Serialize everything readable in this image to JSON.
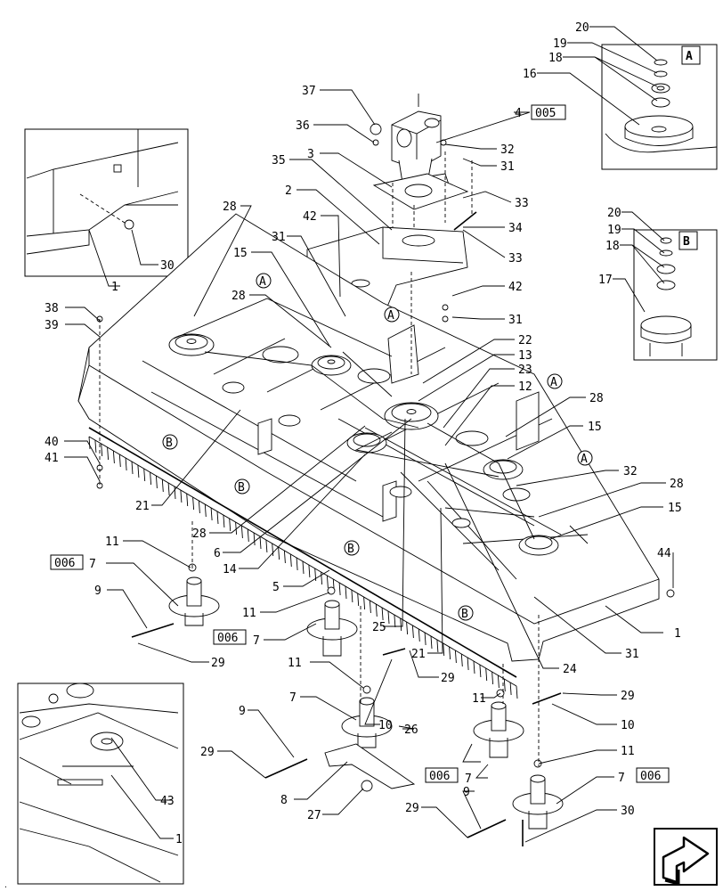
{
  "labels": {
    "n20a": "20",
    "n19a": "19",
    "n18a": "18",
    "n16": "16",
    "boxA": "A",
    "n20b": "20",
    "n19b": "19",
    "n18b": "18",
    "n17": "17",
    "boxB": "B",
    "n37": "37",
    "n36": "36",
    "n4": "4",
    "ref005": "005",
    "n32a": "32",
    "n31a": "31",
    "n3": "3",
    "n33a": "33",
    "n35": "35",
    "n2": "2",
    "n34": "34",
    "n33b": "33",
    "n42a": "42",
    "n31b": "31",
    "n28a": "28",
    "n15a": "15",
    "n28b": "28",
    "n42b": "42",
    "n31c": "31",
    "n38": "38",
    "n39": "39",
    "n22": "22",
    "n13": "13",
    "n23": "23",
    "n12": "12",
    "n28c": "28",
    "n15b": "15",
    "n40": "40",
    "n41": "41",
    "n21a": "21",
    "n32b": "32",
    "n28d": "28",
    "n15c": "15",
    "n28e": "28",
    "n6": "6",
    "n14": "14",
    "n5": "5",
    "n11a": "11",
    "ref006a": "006",
    "n7a": "7",
    "n9a": "9",
    "n29a": "29",
    "n11b": "11",
    "ref006b": "006",
    "n7b": "7",
    "n25": "25",
    "n21b": "21",
    "n29b": "29",
    "n31d": "31",
    "n24": "24",
    "n1a": "1",
    "n44": "44",
    "n11c": "11",
    "n7c": "7",
    "n10a": "10",
    "n11d": "11",
    "n29c": "29",
    "n10b": "10",
    "n9b": "9",
    "n29d": "29",
    "n26": "26",
    "ref006c": "006",
    "n7d": "7",
    "n11e": "11",
    "n8": "8",
    "n27": "27",
    "n7e": "7",
    "ref006d": "006",
    "n9c": "9",
    "n29e": "29",
    "n30b": "30",
    "n30a": "30",
    "n1b": "1",
    "n43": "43",
    "n1c": "1",
    "cA1": "A",
    "cA2": "A",
    "cA3": "A",
    "cA4": "A",
    "cB1": "B",
    "cB2": "B",
    "cB3": "B",
    "cB4": "B"
  },
  "navigation": {
    "next_icon": "next-page-arrow-icon"
  },
  "colors": {
    "ink": "#000000",
    "paper": "#ffffff"
  }
}
